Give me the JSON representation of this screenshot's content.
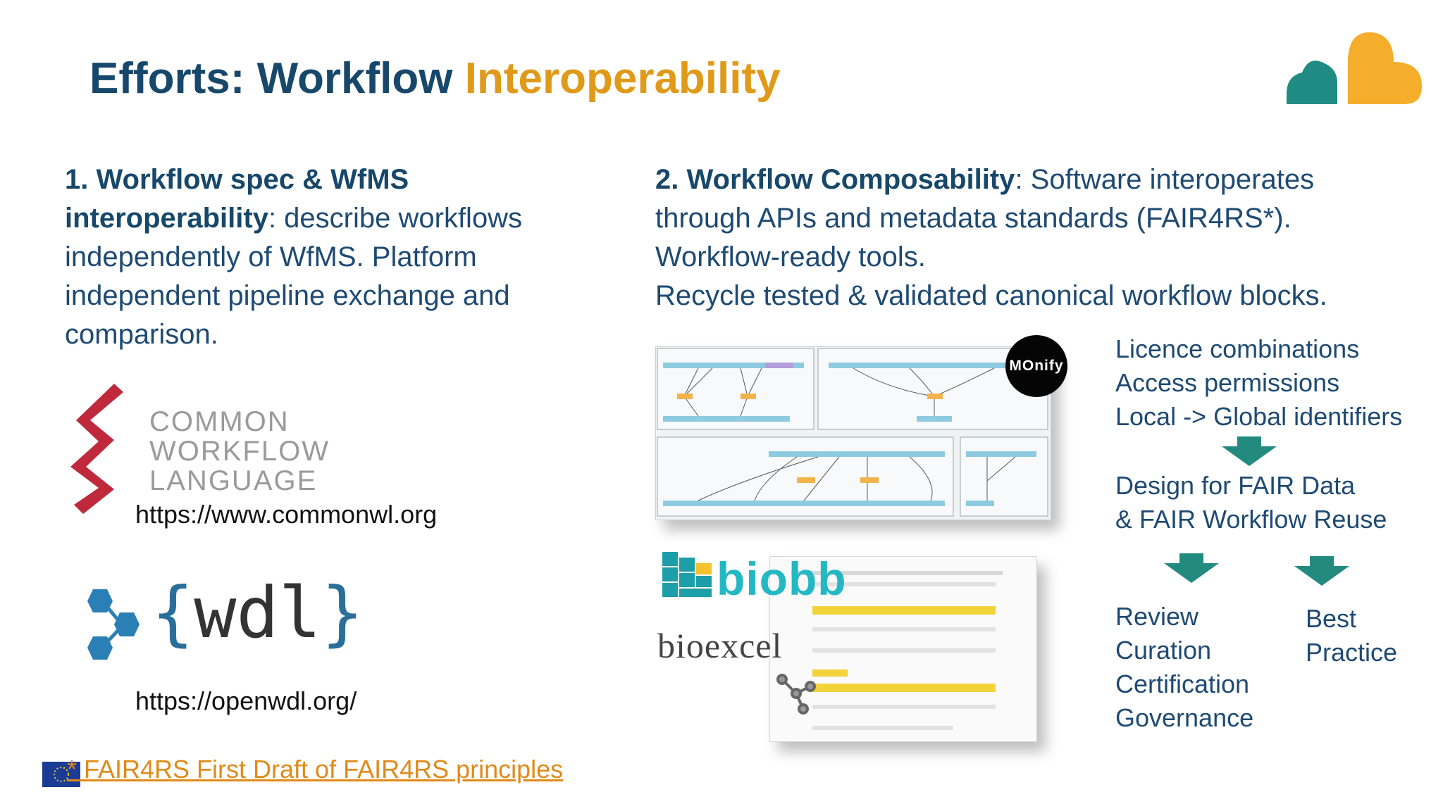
{
  "title": {
    "part1": "Efforts: Workflow ",
    "part2": "Interoperability"
  },
  "left": {
    "bold": "1. Workflow spec & WfMS interoperability",
    "text": ": describe workflows independently of WfMS. Platform independent pipeline exchange and comparison.",
    "cwl": {
      "line1": "COMMON",
      "line2": "WORKFLOW",
      "line3": "LANGUAGE",
      "url": "https://www.commonwl.org"
    },
    "wdl": {
      "open": "{",
      "name": "wdl",
      "close": "}",
      "url": "https://openwdl.org/"
    }
  },
  "right": {
    "bold": "2. Workflow Composability",
    "text": ": Software interoperates through APIs and metadata standards (FAIR4RS*).",
    "line2": "Workflow-ready tools.",
    "line3": "Recycle tested & validated canonical workflow blocks.",
    "monify": "MOnify",
    "biobb": "biobb",
    "bioexcel": "bioexcel"
  },
  "flow": {
    "items1": [
      "Licence combinations",
      "Access permissions",
      "Local -> Global identifiers"
    ],
    "design": [
      "Design for FAIR Data",
      "& FAIR Workflow Reuse"
    ],
    "review": [
      "Review",
      "Curation",
      "Certification",
      "Governance"
    ],
    "best": [
      "Best",
      "Practice"
    ]
  },
  "footer": {
    "link": "* FAIR4RS First Draft of FAIR4RS principles"
  },
  "colors": {
    "navy": "#17486b",
    "orange": "#e09a1a",
    "teal": "#238a80",
    "cwl_red": "#c0283c"
  }
}
